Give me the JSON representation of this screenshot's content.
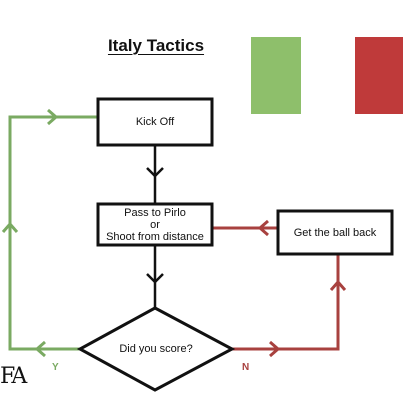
{
  "title": "Italy Tactics",
  "nodes": {
    "kick_off": "Kick Off",
    "pass_line1": "Pass to Pirlo",
    "pass_line2": "or",
    "pass_line3": "Shoot from distance",
    "get_ball_back": "Get the ball back",
    "decision": "Did you score?"
  },
  "edge_labels": {
    "yes": "Y",
    "no": "N"
  },
  "colors": {
    "flag_green": "#8ebf6b",
    "flag_red": "#bf3a3a",
    "yes_path": "#7aaa62",
    "no_path": "#a8413f",
    "flow": "#111111"
  }
}
